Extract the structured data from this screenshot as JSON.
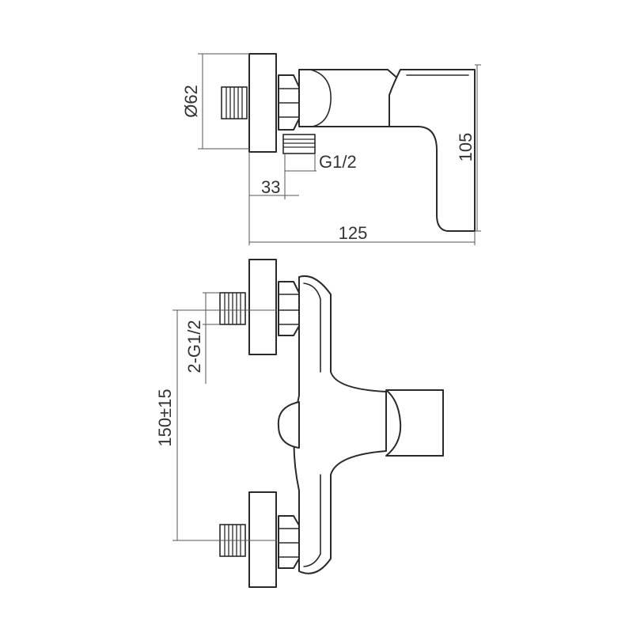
{
  "dimensions": {
    "diameter": "Ø62",
    "height": "105",
    "thread_side": "G1/2",
    "offset": "33",
    "length": "125",
    "thread_front": "2-G1/2",
    "center_distance": "150±15"
  }
}
